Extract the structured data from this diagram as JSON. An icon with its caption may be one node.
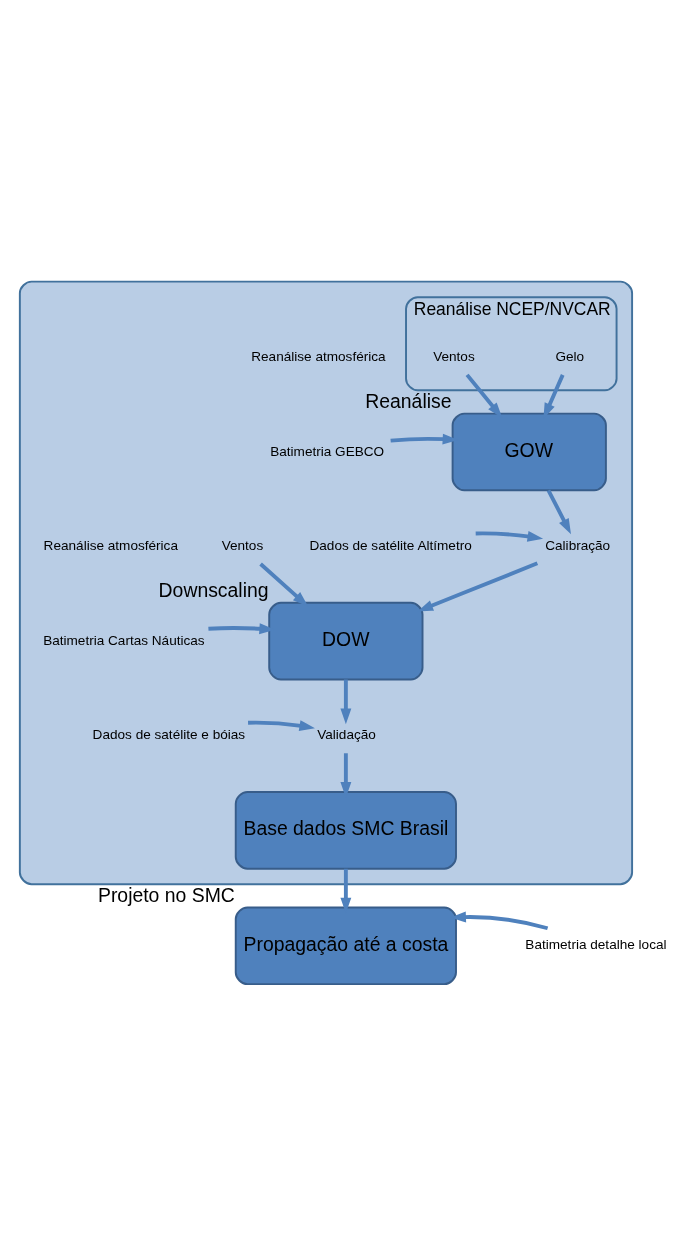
{
  "diagram": {
    "nodes": [
      {
        "text": [],
        "shape": "box"
      },
      {
        "text": [
          "Reanálise NCEP/NVCAR"
        ],
        "in": 0
      },
      {
        "text": [
          "Ventos"
        ],
        "in": 1
      },
      {
        "text": [
          "Gelo"
        ],
        "in": 1
      },
      {
        "text": [
          "GOW"
        ],
        "in": 0,
        "beside": [
          "Reanálise"
        ]
      },
      {
        "text": [
          "Batimetria GEBCO"
        ],
        "in": 0
      },
      {
        "text": [
          "Calibração"
        ],
        "in": 0
      },
      {
        "text": [
          "Dados de satélite Altímetro"
        ],
        "in": 0
      },
      {
        "text": [
          "Ventos"
        ],
        "in": 0
      },
      {
        "text": [
          "DOW"
        ],
        "in": 0,
        "beside": [
          "Downscaling"
        ]
      },
      {
        "text": [
          "Batimetria Cartas Náuticas"
        ],
        "in": 0
      },
      {
        "text": [
          "Validação"
        ],
        "in": 0
      },
      {
        "text": [
          "Dados de satélite e bóias"
        ],
        "in": 0
      },
      {
        "text": [
          "Base dados SMC Brasil"
        ],
        "in": 0
      },
      {
        "text": [
          "Propagação até a costa"
        ],
        "beside": [
          "Projeto no SMC"
        ]
      },
      {
        "text": [
          "Batimetria detalhe local"
        ]
      }
    ],
    "edges": [
      {
        "from": 2,
        "to": 4,
        "arrow": "to"
      },
      {
        "from": 3,
        "to": 4,
        "arrow": "to"
      },
      {
        "from": 5,
        "to": 4,
        "arrow": "to"
      },
      {
        "from": 4,
        "to": 6,
        "arrow": "to"
      },
      {
        "from": 7,
        "to": 6,
        "arrow": "to"
      },
      {
        "from": 6,
        "to": 9,
        "arrow": "to"
      },
      {
        "from": 8,
        "to": 9,
        "arrow": "to"
      },
      {
        "from": 10,
        "to": 9,
        "arrow": "to"
      },
      {
        "from": 9,
        "to": 11,
        "arrow": "to"
      },
      {
        "from": 12,
        "to": 11,
        "arrow": "to"
      },
      {
        "from": 11,
        "to": 13,
        "arrow": "to"
      },
      {
        "from": 13,
        "to": 14,
        "arrow": "to"
      },
      {
        "from": 15,
        "to": 14,
        "arrow": "to"
      }
    ],
    "labels": [
      "Reanálise atmosférica",
      "Reanálise atmosférica"
    ]
  }
}
